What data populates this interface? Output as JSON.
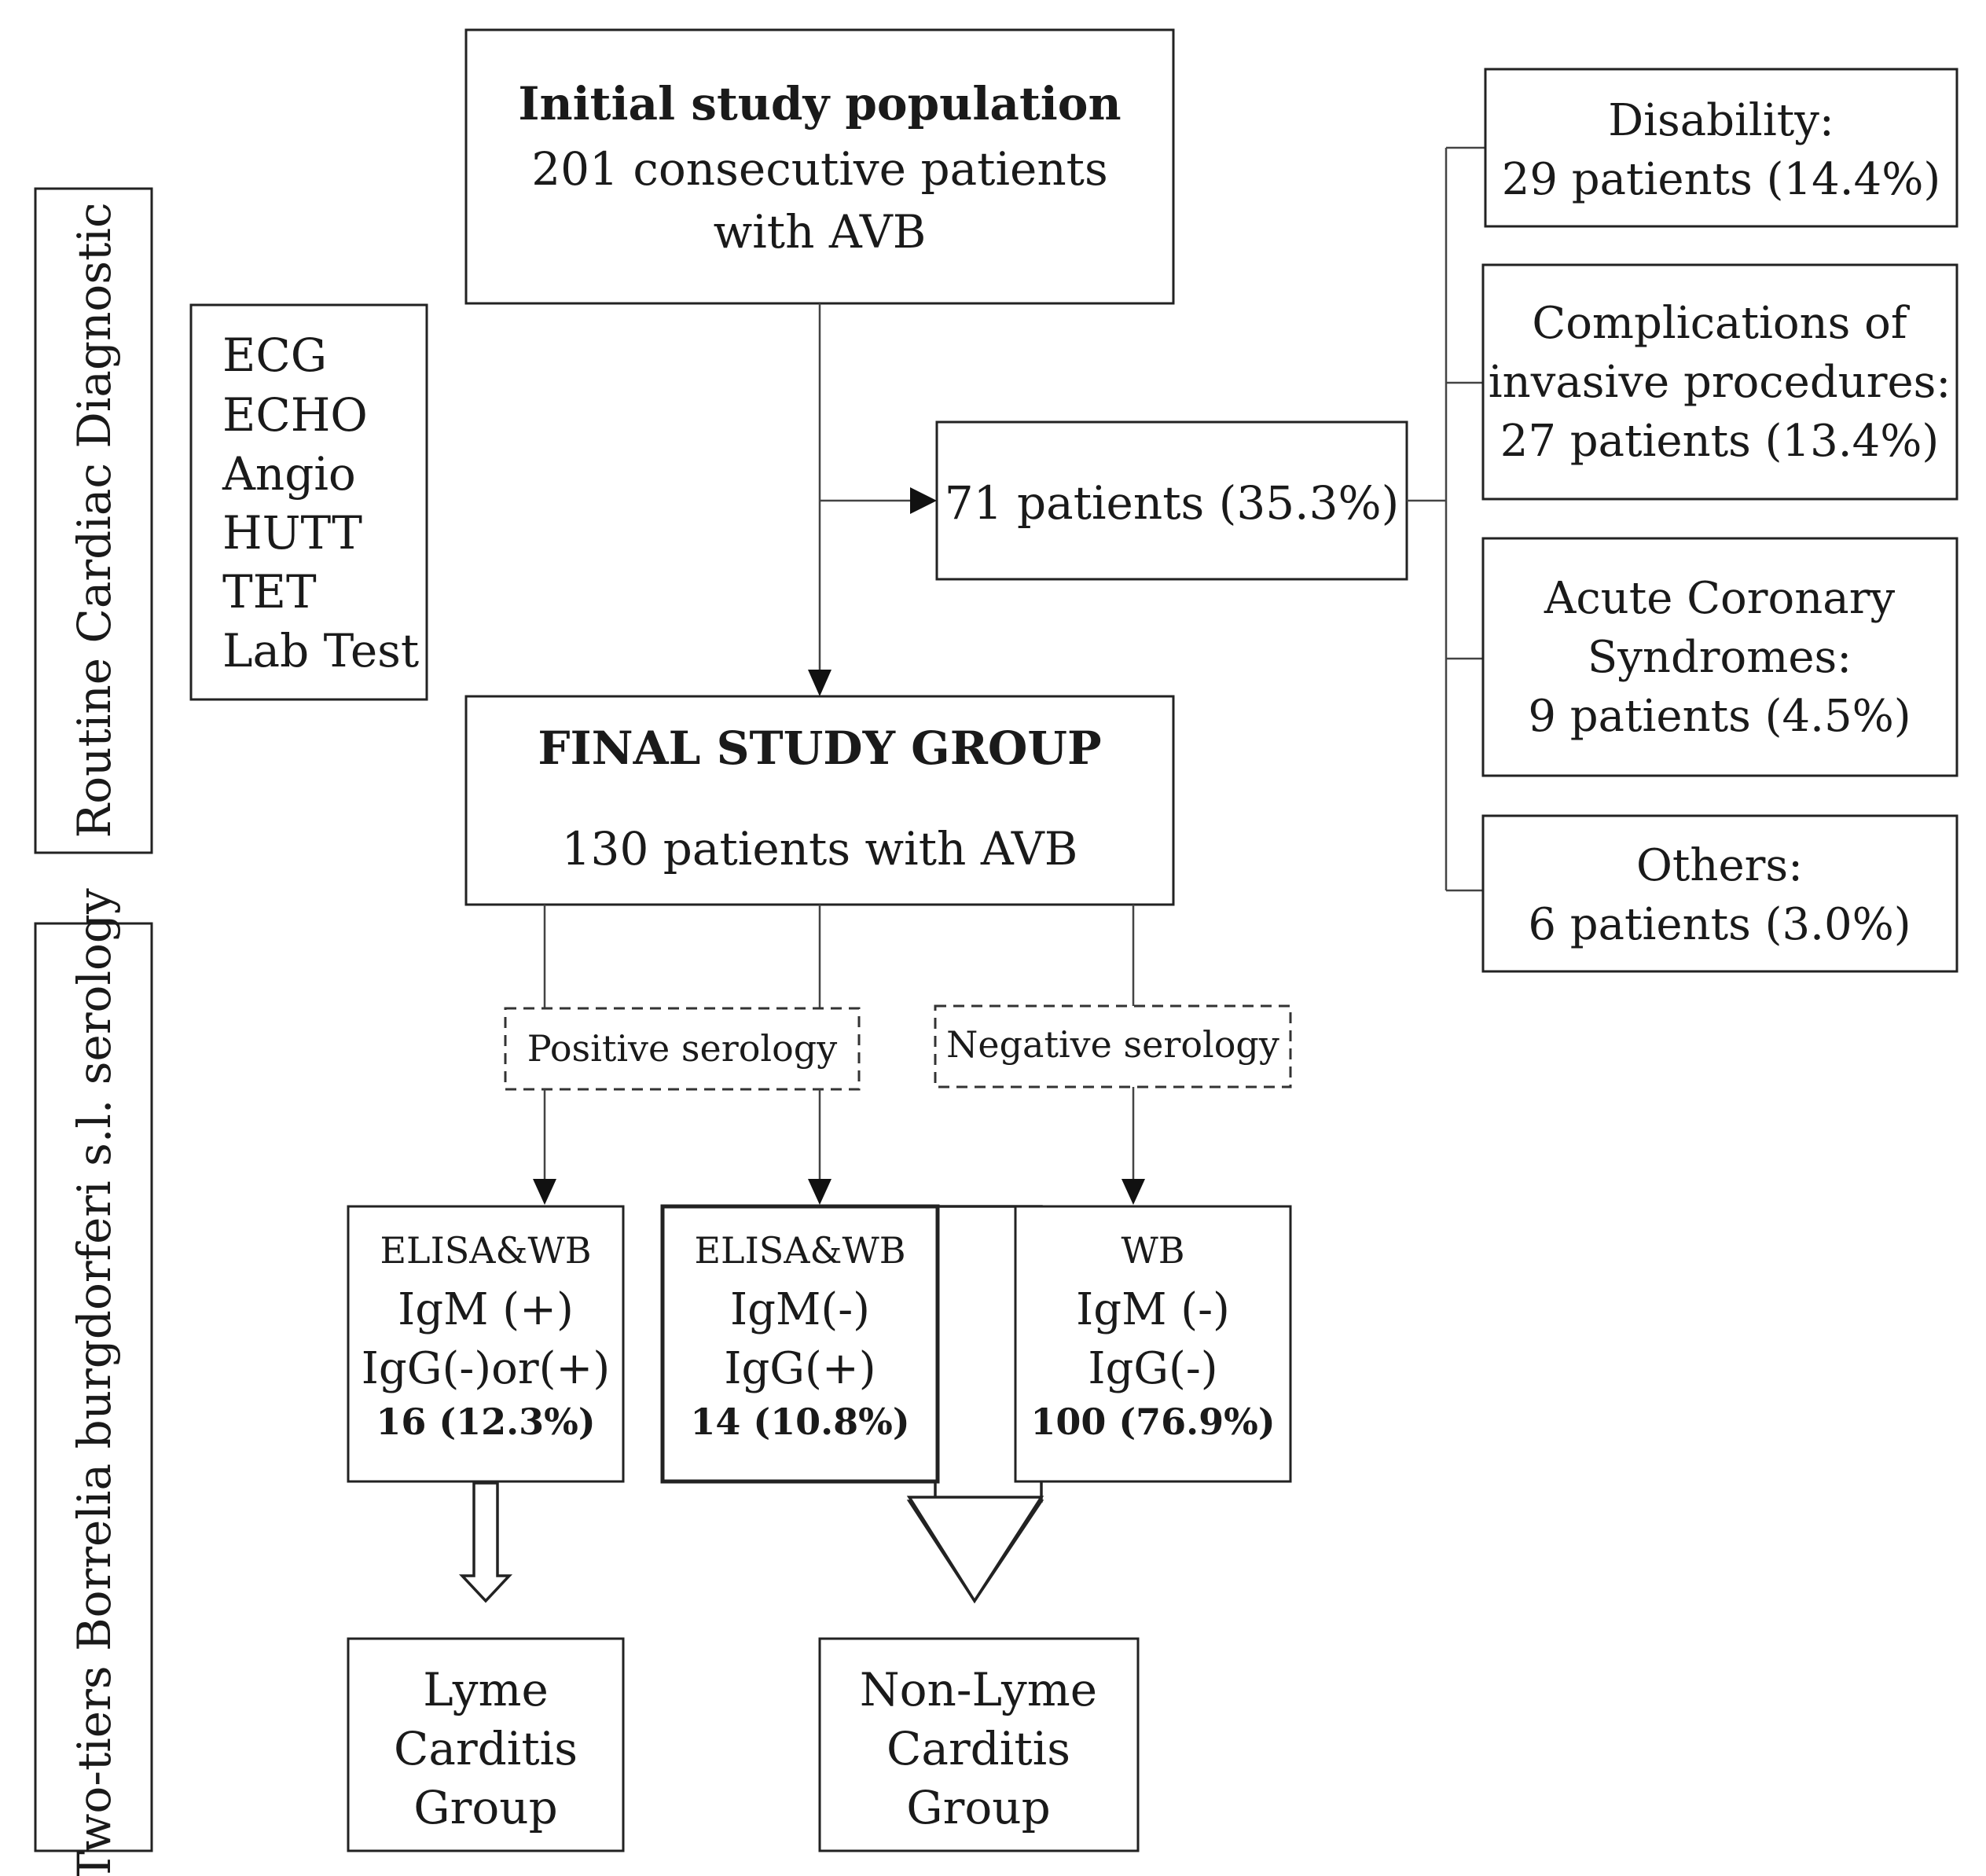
{
  "side_labels": {
    "routine": "Routine Cardiac Diagnostic",
    "serology": "Two-tiers Borrelia burgdorferi s.l. serology"
  },
  "diagnostics_list": [
    "ECG",
    "ECHO",
    "Angio",
    "HUTT",
    "TET",
    "Lab Test"
  ],
  "initial": {
    "title": "Initial study population",
    "line1": "201 consecutive patients",
    "line2": "with AVB"
  },
  "excluded": {
    "total": "71 patients (35.3%)",
    "reasons": [
      {
        "lines": [
          "Disability:",
          "29 patients (14.4%)"
        ]
      },
      {
        "lines": [
          "Complications of",
          "invasive procedures:",
          "27 patients (13.4%)"
        ]
      },
      {
        "lines": [
          "Acute Coronary",
          "Syndromes:",
          "9 patients (4.5%)"
        ]
      },
      {
        "lines": [
          "Others:",
          "6 patients (3.0%)"
        ]
      }
    ]
  },
  "final": {
    "title": "FINAL STUDY GROUP",
    "subtitle": "130 patients with AVB"
  },
  "serology": {
    "positive": "Positive serology",
    "negative": "Negative serology"
  },
  "results": [
    {
      "method": "ELISA&WB",
      "igm": "IgM (+)",
      "igg": "IgG(-)or(+)",
      "count": "16 (12.3%)"
    },
    {
      "method": "ELISA&WB",
      "igm": "IgM(-)",
      "igg": "IgG(+)",
      "count": "14 (10.8%)"
    },
    {
      "method": "WB",
      "igm": "IgM (-)",
      "igg": "IgG(-)",
      "count": "100 (76.9%)"
    }
  ],
  "groups": {
    "lyme": [
      "Lyme",
      "Carditis",
      "Group"
    ],
    "non_lyme": [
      "Non-Lyme",
      "Carditis",
      "Group"
    ]
  }
}
